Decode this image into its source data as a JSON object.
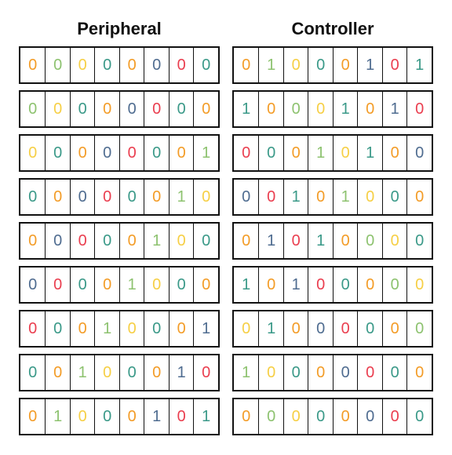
{
  "peripheral": {
    "title": "Peripheral",
    "rows": [
      [
        "0",
        "0",
        "0",
        "0",
        "0",
        "0",
        "0",
        "0"
      ],
      [
        "0",
        "0",
        "0",
        "0",
        "0",
        "0",
        "0",
        "0"
      ],
      [
        "0",
        "0",
        "0",
        "0",
        "0",
        "0",
        "0",
        "1"
      ],
      [
        "0",
        "0",
        "0",
        "0",
        "0",
        "0",
        "1",
        "0"
      ],
      [
        "0",
        "0",
        "0",
        "0",
        "0",
        "1",
        "0",
        "0"
      ],
      [
        "0",
        "0",
        "0",
        "0",
        "1",
        "0",
        "0",
        "0"
      ],
      [
        "0",
        "0",
        "0",
        "1",
        "0",
        "0",
        "0",
        "1"
      ],
      [
        "0",
        "0",
        "1",
        "0",
        "0",
        "0",
        "1",
        "0"
      ],
      [
        "0",
        "1",
        "0",
        "0",
        "0",
        "1",
        "0",
        "1"
      ]
    ]
  },
  "controller": {
    "title": "Controller",
    "rows": [
      [
        "0",
        "1",
        "0",
        "0",
        "0",
        "1",
        "0",
        "1"
      ],
      [
        "1",
        "0",
        "0",
        "0",
        "1",
        "0",
        "1",
        "0"
      ],
      [
        "0",
        "0",
        "0",
        "1",
        "0",
        "1",
        "0",
        "0"
      ],
      [
        "0",
        "0",
        "1",
        "0",
        "1",
        "0",
        "0",
        "0"
      ],
      [
        "0",
        "1",
        "0",
        "1",
        "0",
        "0",
        "0",
        "0"
      ],
      [
        "1",
        "0",
        "1",
        "0",
        "0",
        "0",
        "0",
        "0"
      ],
      [
        "0",
        "1",
        "0",
        "0",
        "0",
        "0",
        "0",
        "0"
      ],
      [
        "1",
        "0",
        "0",
        "0",
        "0",
        "0",
        "0",
        "0"
      ],
      [
        "0",
        "0",
        "0",
        "0",
        "0",
        "0",
        "0",
        "0"
      ]
    ]
  },
  "digit_colors": {
    "orange": "#f39c27",
    "green": "#8dc26f",
    "yellow": "#f6cf45",
    "teal": "#3a9988",
    "slate": "#4f6c90",
    "red": "#ea3e4f"
  },
  "color_pattern": [
    "orange",
    "green",
    "yellow",
    "teal",
    "orange",
    "slate",
    "red",
    "teal",
    "orange",
    "green",
    "yellow",
    "teal",
    "orange",
    "slate",
    "red",
    "teal"
  ]
}
